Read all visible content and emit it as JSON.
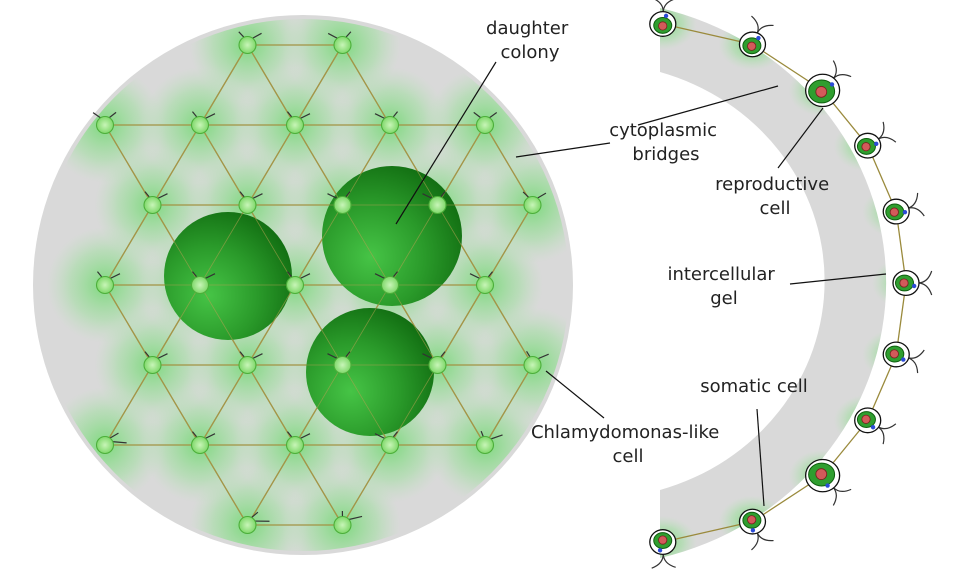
{
  "labels": {
    "daughter_colony": [
      "daughter",
      "colony"
    ],
    "cytoplasmic_bridges": [
      "cytoplasmic",
      "bridges"
    ],
    "reproductive_cell": [
      "reproductive",
      "cell"
    ],
    "intercellular_gel": [
      "intercellular",
      "gel"
    ],
    "somatic_cell": [
      "somatic cell"
    ],
    "chlamydomonas_like_cell": [
      "Chlamydomonas-like",
      "cell"
    ]
  },
  "colors": {
    "gel": "#d9d9d9",
    "bridge": "#9a8a3c",
    "cell_fill": "#8fe07a",
    "cell_stroke": "#4caf3a",
    "daughter_dark": "#1f7d1f",
    "daughter_light": "#3fbf3f",
    "glow": "#5fd85f",
    "leader": "#111111"
  }
}
